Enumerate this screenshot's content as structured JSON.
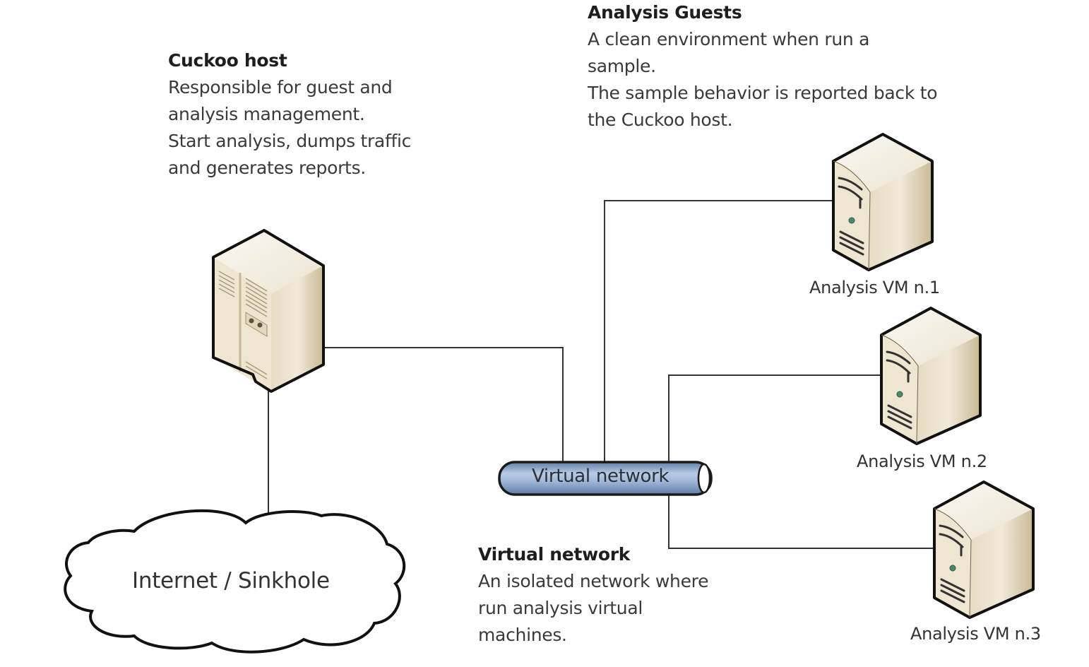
{
  "diagram": {
    "cuckoo_host": {
      "title": "Cuckoo host",
      "lines": [
        "Responsible for guest and",
        "analysis management.",
        "Start analysis, dumps traffic",
        "and generates reports."
      ]
    },
    "analysis_guests": {
      "title": "Analysis Guests",
      "lines": [
        "A clean environment when run a",
        "sample.",
        "The sample behavior is reported back to",
        "the Cuckoo host."
      ]
    },
    "virtual_network_desc": {
      "title": "Virtual network",
      "lines": [
        "An isolated network where",
        "run analysis virtual",
        "machines."
      ]
    },
    "network_bus_label": "Virtual network",
    "cloud_label": "Internet / Sinkhole",
    "vms": [
      {
        "label": "Analysis VM n.1"
      },
      {
        "label": "Analysis VM n.2"
      },
      {
        "label": "Analysis VM n.3"
      }
    ],
    "colors": {
      "server_body": "#e8dfcc",
      "server_side": "#d2c5a6",
      "network_pipe": "#9db4d4",
      "line": "#333333"
    },
    "icons": {
      "host": "server-tower-icon",
      "vm": "desktop-tower-icon",
      "cloud": "cloud-icon",
      "network": "network-pipe-icon"
    }
  }
}
